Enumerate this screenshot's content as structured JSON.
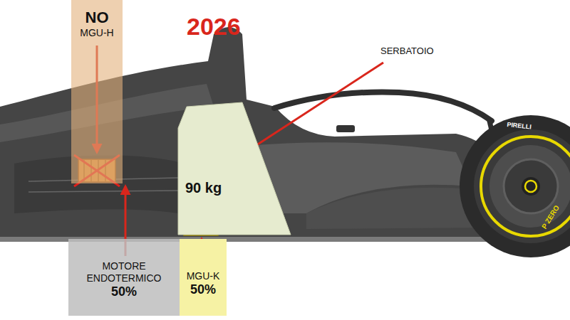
{
  "diagram": {
    "title": "2026",
    "nodes": [
      {
        "text": [
          "NO",
          "MGU-H"
        ]
      },
      {
        "text": [
          "90 kg"
        ]
      },
      {
        "text": [
          "MOTORE ENDOTERMICO",
          "50%"
        ]
      },
      {
        "text": [
          "MGU-K",
          "50%"
        ]
      }
    ],
    "labels": [
      "SERBATOIO",
      "PIRELLI",
      "P ZERO"
    ]
  }
}
